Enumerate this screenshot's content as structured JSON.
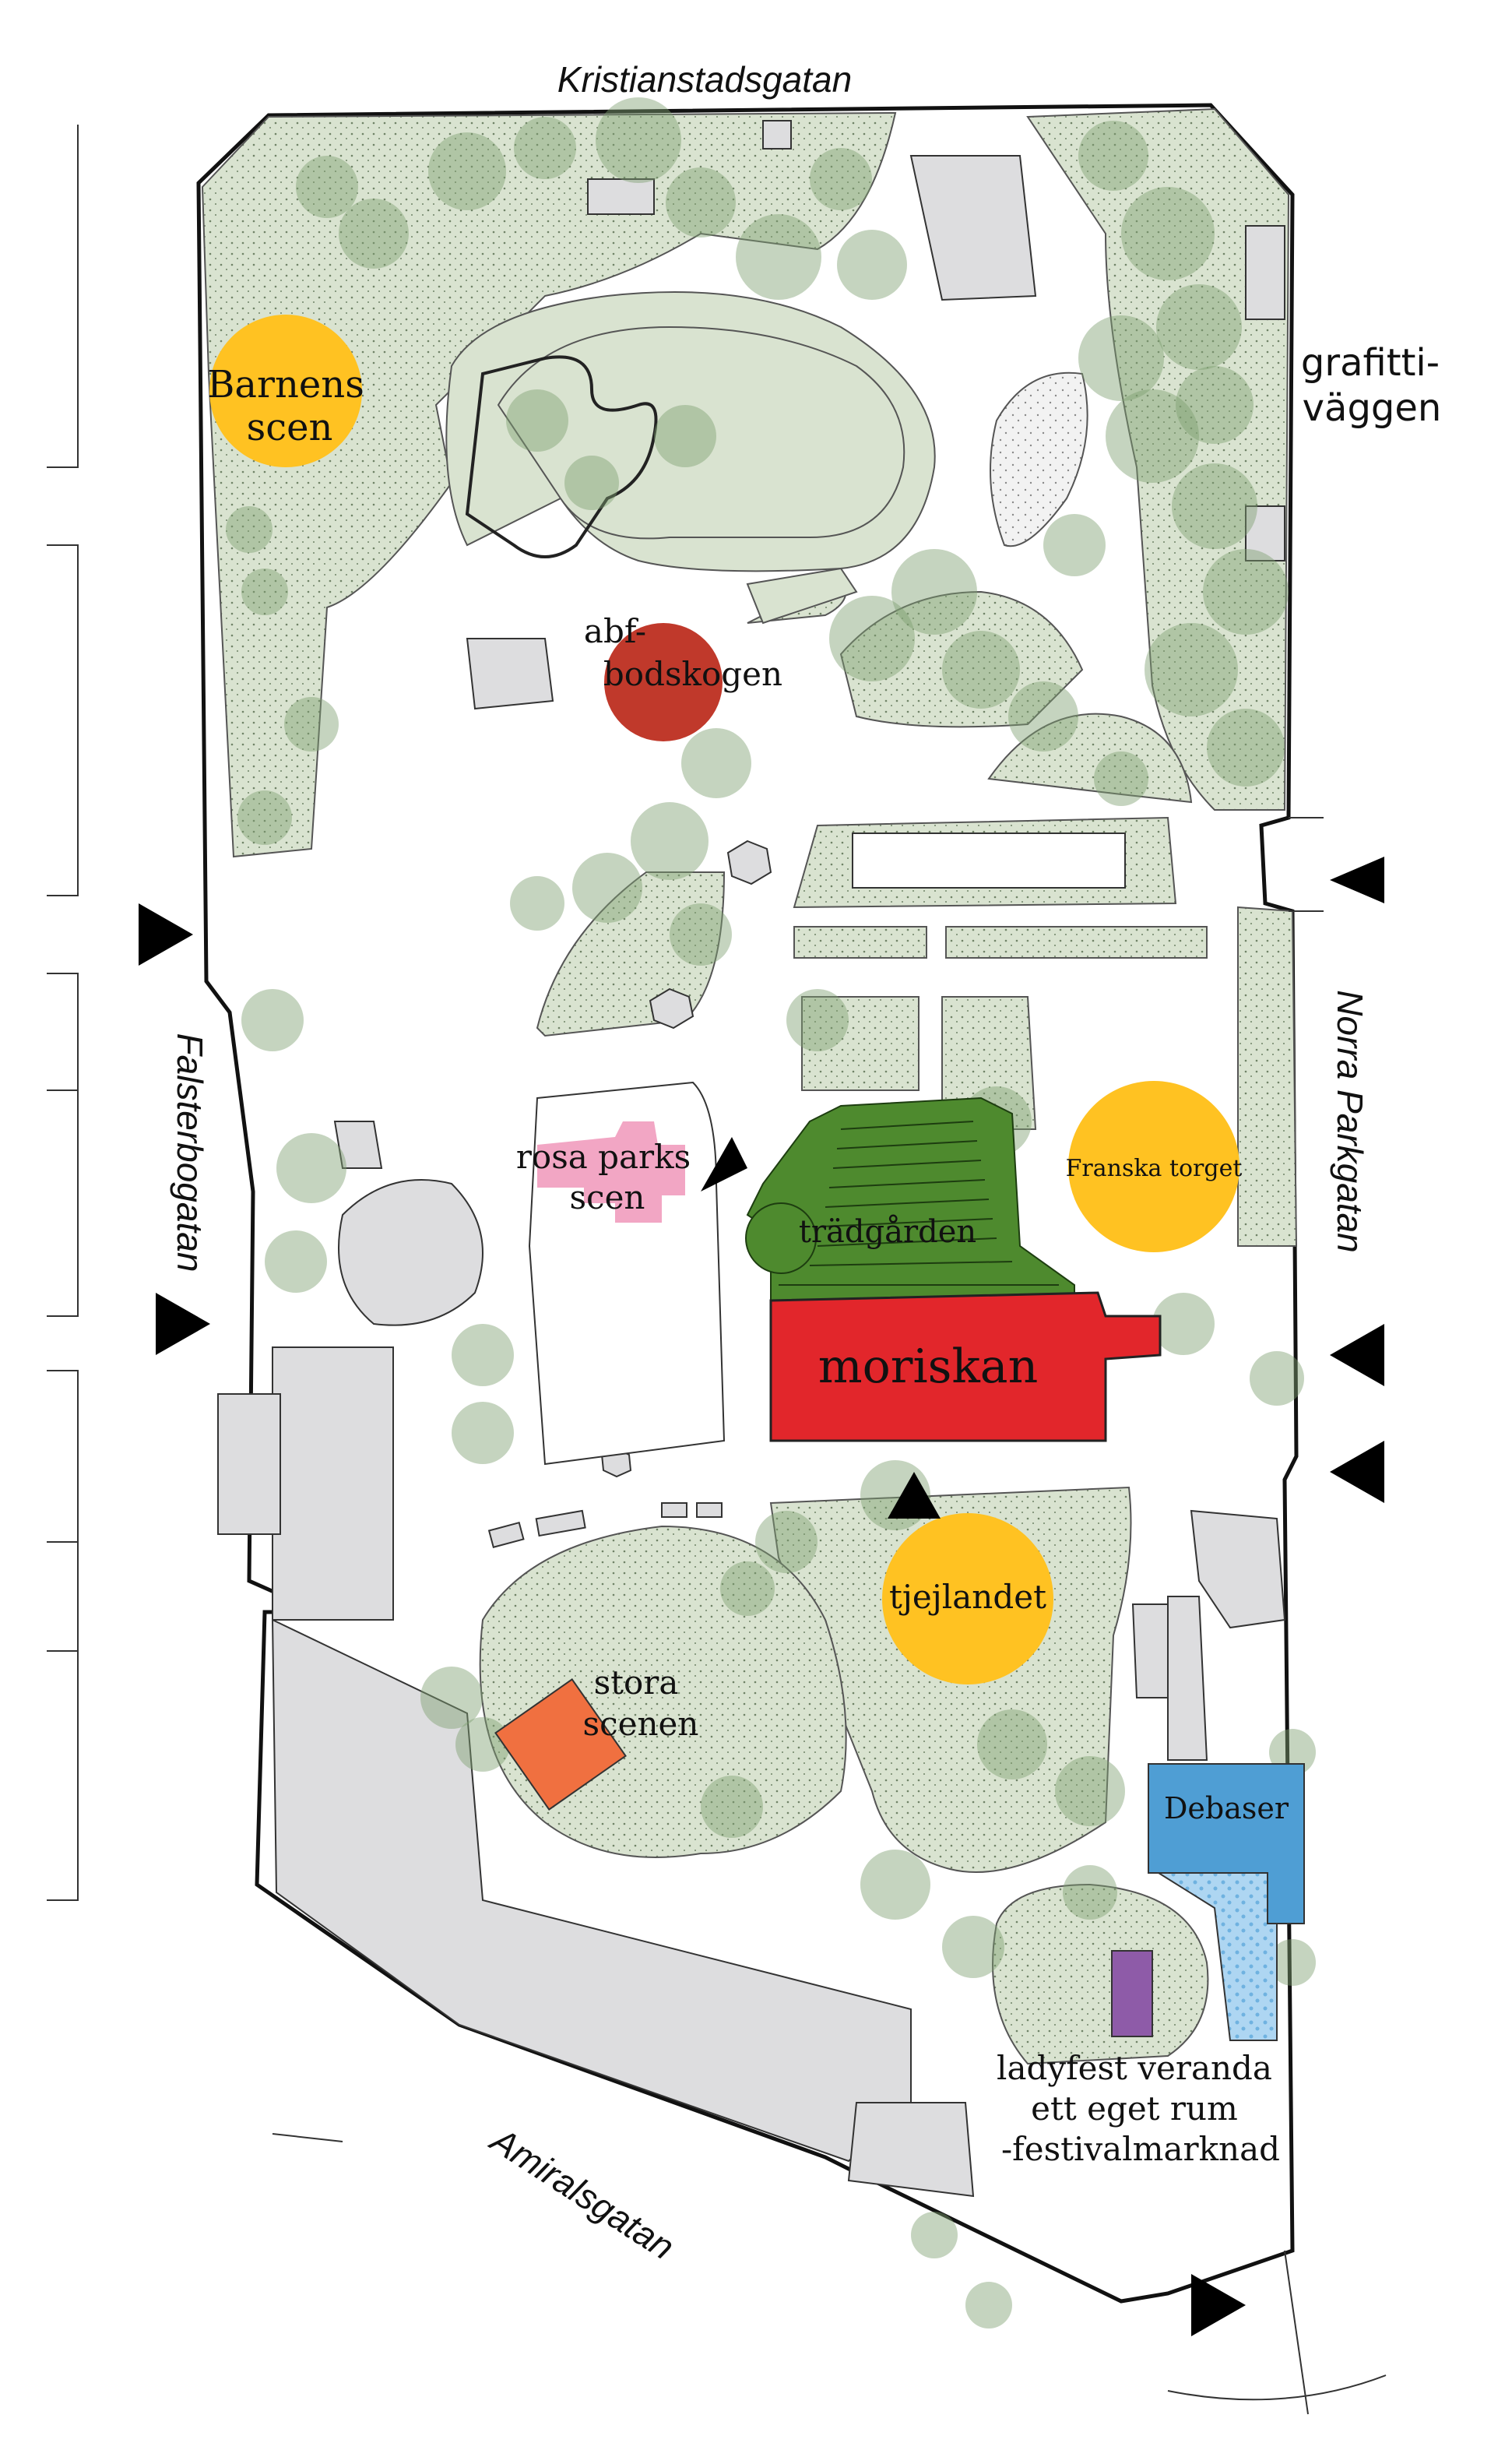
{
  "streets": {
    "north": "Kristianstadsgatan",
    "west": "Falsterbogatan",
    "east": "Norra Parkgatan",
    "south": "Amiralsgatan"
  },
  "venues": {
    "barnens_scen": [
      "Barnens",
      "scen"
    ],
    "grafitti": [
      "grafitti-",
      "väggen"
    ],
    "abf": [
      "abf-",
      "bodskogen"
    ],
    "rosa_parks": [
      "rosa parks",
      "scen"
    ],
    "tradgarden": "trädgården",
    "moriskan": "moriskan",
    "franska_torget": "Franska torget",
    "tjejlandet": "tjejlandet",
    "stora_scenen": [
      "stora",
      "scenen"
    ],
    "debaser": "Debaser",
    "ladyfest": [
      "ladyfest veranda",
      "ett eget rum",
      "-festivalmarknad"
    ]
  },
  "colors": {
    "stage_yellow": "#FFC222",
    "abf_red": "#C0392B",
    "rosa_pink": "#F2A6C4",
    "tradgarden_green": "#4E8A2E",
    "moriskan_red": "#E2262B",
    "stora_orange": "#F07040",
    "debaser_blue": "#4F9ED4",
    "terrace_lightblue": "#AED6F2",
    "ladyfest_purple": "#8E5BA8",
    "lawn": "#D9E3D0",
    "tree": "#8FAE7F",
    "building_grey": "#DDDDDF"
  },
  "markers": {
    "entrance": "triangle-arrow-icon"
  }
}
